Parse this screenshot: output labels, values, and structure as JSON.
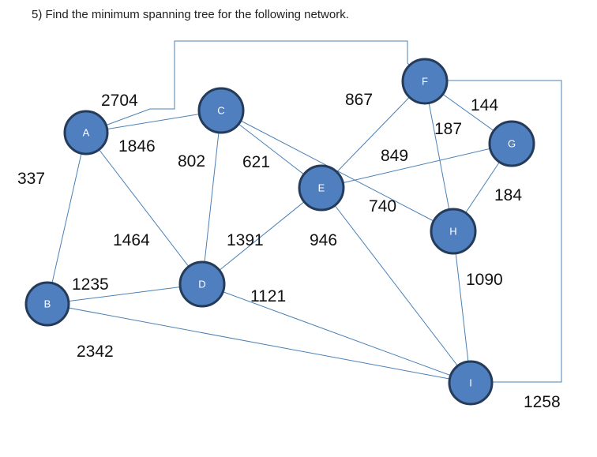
{
  "question": {
    "text": "5)   Find the minimum spanning tree for the following network."
  },
  "graph": {
    "node_fill": "#4f7fbf",
    "node_stroke": "#253b5a",
    "edge_color": "#4a80b6",
    "nodes": [
      {
        "id": "A",
        "label": "A"
      },
      {
        "id": "B",
        "label": "B"
      },
      {
        "id": "C",
        "label": "C"
      },
      {
        "id": "D",
        "label": "D"
      },
      {
        "id": "E",
        "label": "E"
      },
      {
        "id": "F",
        "label": "F"
      },
      {
        "id": "G",
        "label": "G"
      },
      {
        "id": "H",
        "label": "H"
      },
      {
        "id": "I",
        "label": "I"
      }
    ],
    "edges": [
      {
        "from": "A",
        "to": "F",
        "weight": "2704"
      },
      {
        "from": "A",
        "to": "C",
        "weight": "1846"
      },
      {
        "from": "A",
        "to": "B",
        "weight": "337"
      },
      {
        "from": "A",
        "to": "D",
        "weight": "1464"
      },
      {
        "from": "C",
        "to": "D",
        "weight": "802"
      },
      {
        "from": "C",
        "to": "E",
        "weight": "621"
      },
      {
        "from": "C",
        "to": "H",
        "weight": "740"
      },
      {
        "from": "F",
        "to": "E",
        "weight": "867"
      },
      {
        "from": "F",
        "to": "G",
        "weight": "144"
      },
      {
        "from": "F",
        "to": "H",
        "weight": "187"
      },
      {
        "from": "F",
        "to": "I",
        "weight": "1258"
      },
      {
        "from": "G",
        "to": "E",
        "weight": "849"
      },
      {
        "from": "G",
        "to": "H",
        "weight": "184"
      },
      {
        "from": "E",
        "to": "D",
        "weight": "1391"
      },
      {
        "from": "E",
        "to": "I",
        "weight": "946"
      },
      {
        "from": "H",
        "to": "I",
        "weight": "1090"
      },
      {
        "from": "B",
        "to": "D",
        "weight": "1235"
      },
      {
        "from": "D",
        "to": "I",
        "weight": "1121"
      },
      {
        "from": "B",
        "to": "I",
        "weight": "2342"
      }
    ]
  }
}
